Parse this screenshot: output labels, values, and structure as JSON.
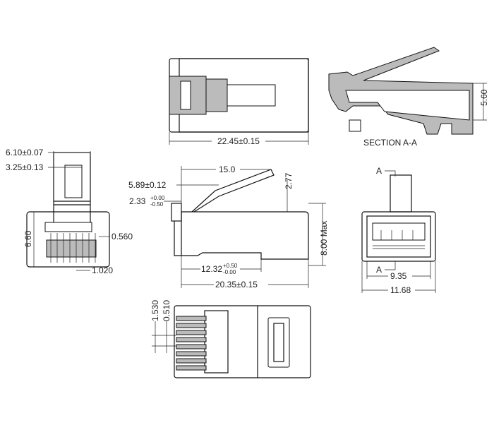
{
  "drawing": {
    "top_view": {
      "length": "22.45±0.15"
    },
    "section": {
      "title": "SECTION A-A",
      "height": "5.60"
    },
    "front_view": {
      "width_latch": "6.10±0.07",
      "latch_inner": "3.25±0.13",
      "height": "6.60",
      "contact_width": "0.560",
      "contact_pitch": "1.020"
    },
    "side_view": {
      "latch_length": "15.0",
      "latch_pos": "5.89±0.12",
      "step": "2.33",
      "step_tol_upper": "+0.00",
      "step_tol_lower": "-0.50",
      "latch_height": "2.77",
      "max_height": "8.00 Max",
      "contact_length": "12.32",
      "contact_tol_upper": "+0.50",
      "contact_tol_lower": "-0.00",
      "overall_length": "20.35±0.15"
    },
    "rear_view": {
      "section_mark_top": "A",
      "section_mark_bottom": "A",
      "inner_width": "9.35",
      "outer_width": "11.68"
    },
    "bottom_view": {
      "pitch": "1.530",
      "wire": "0.510"
    }
  }
}
